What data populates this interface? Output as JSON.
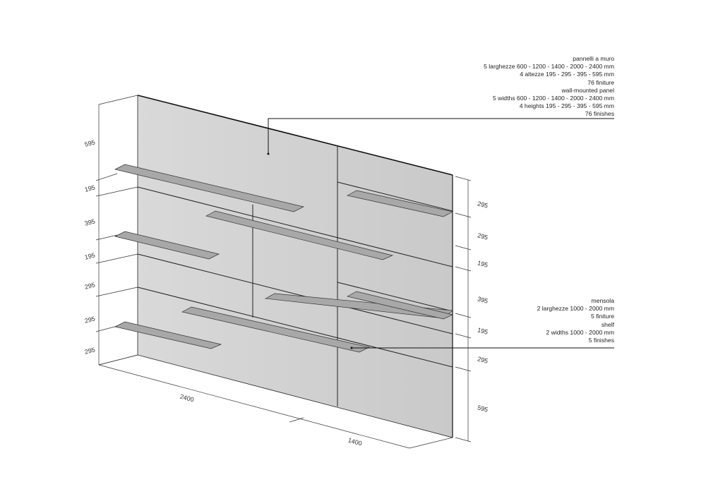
{
  "panel_note": {
    "lines": [
      "pannelli a muro",
      "5 larghezze 600 - 1200 - 1400 - 2000 - 2400 mm",
      "4 altezze 195 - 295 - 395 - 595 mm",
      "76 finiture",
      "wall-mounted panel",
      "5 widths 600 - 1200 - 1400 - 2000 - 2400 mm",
      "4 heights 195 - 295 - 395 - 595 mm",
      "76 finishes"
    ]
  },
  "shelf_note": {
    "lines": [
      "mensola",
      "2 larghezze 1000 - 2000 mm",
      "5 finiture",
      "shelf",
      "2 widths 1000 - 2000 mm",
      "5 finishes"
    ]
  },
  "left_dimensions": [
    "595",
    "195",
    "395",
    "195",
    "295",
    "295",
    "295"
  ],
  "right_dimensions": [
    "295",
    "295",
    "195",
    "395",
    "195",
    "295",
    "595"
  ],
  "bottom_dimensions": [
    "2400",
    "1400"
  ],
  "colors": {
    "panel": "#d4d4d4",
    "shelf": "#a9a9a9",
    "line": "#1a1a1a"
  }
}
